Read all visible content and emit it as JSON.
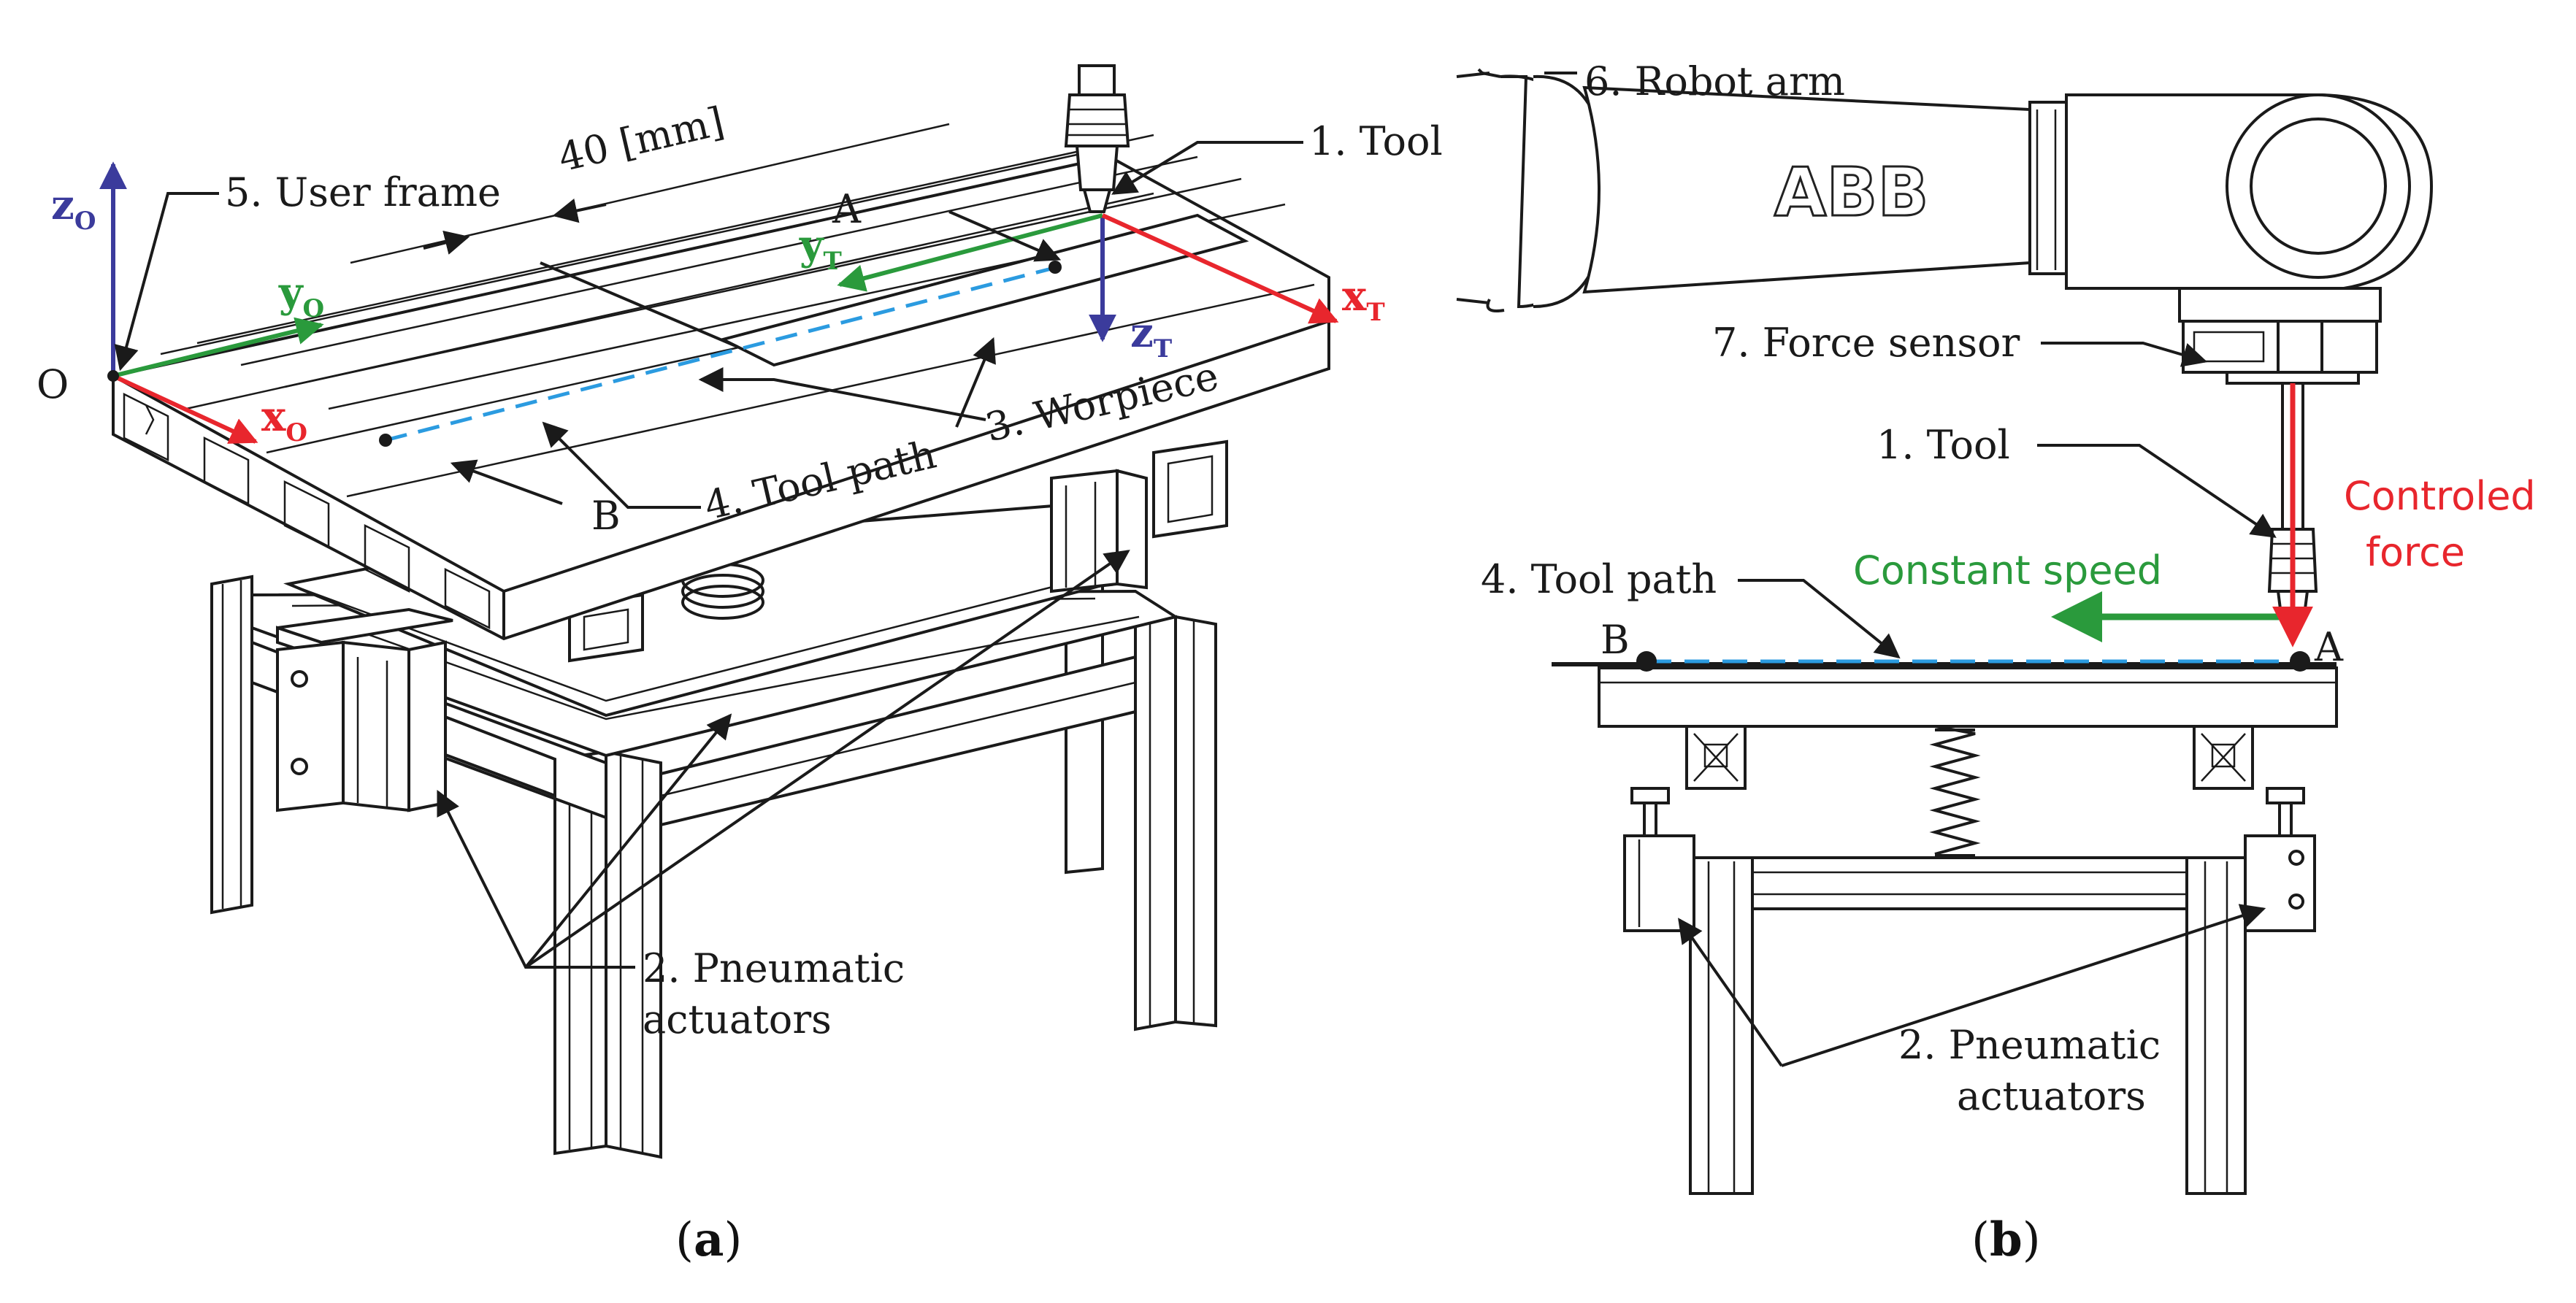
{
  "colors": {
    "red": "#e8262d",
    "green": "#2a9a3c",
    "blue": "#3b3b9c",
    "cyan": "#2b9be0",
    "ink": "#1a1a1a"
  },
  "panel_a": {
    "caption_open": "(",
    "caption_letter": "a",
    "caption_close": ")",
    "origin": "O",
    "z_o": {
      "main": "z",
      "sub": "O"
    },
    "y_o": {
      "main": "y",
      "sub": "O"
    },
    "x_o": {
      "main": "x",
      "sub": "O"
    },
    "y_t": {
      "main": "y",
      "sub": "T"
    },
    "x_t": {
      "main": "x",
      "sub": "T"
    },
    "z_t": {
      "main": "z",
      "sub": "T"
    },
    "point_a": "A",
    "point_b": "B",
    "dimension": "40 [mm]",
    "labels": {
      "tool": "1. Tool",
      "user_frame": "5. User frame",
      "workpiece": "3. Worpiece",
      "tool_path": "4. Tool path",
      "actuators_line1": "2. Pneumatic",
      "actuators_line2": "actuators"
    }
  },
  "panel_b": {
    "caption_open": "(",
    "caption_letter": "b",
    "caption_close": ")",
    "logo": "ABB",
    "point_a": "A",
    "point_b": "B",
    "labels": {
      "robot_arm": "6. Robot arm",
      "force_sensor": "7. Force sensor",
      "tool": "1. Tool",
      "tool_path": "4. Tool path",
      "actuators_line1": "2. Pneumatic",
      "actuators_line2": "actuators",
      "constant_speed": "Constant speed",
      "controled_line1": "Controled",
      "controled_line2": "force"
    }
  }
}
